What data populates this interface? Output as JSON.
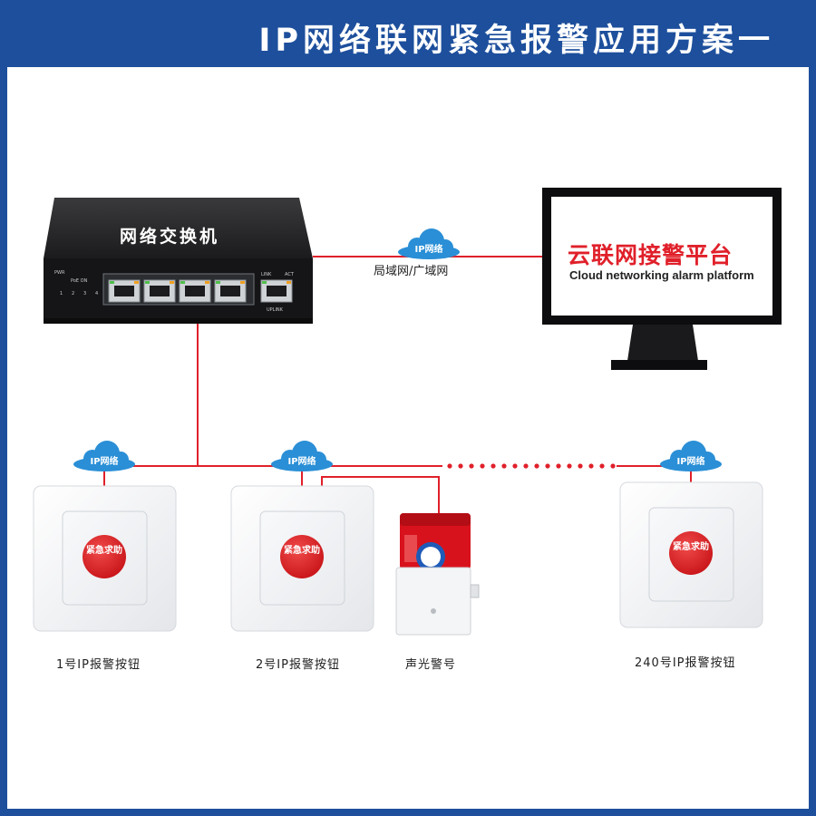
{
  "header": {
    "title": "IP网络联网紧急报警应用方案一"
  },
  "colors": {
    "header_bg": "#1d4f9c",
    "cloud": "#2a8fd6",
    "line": "#e0202a",
    "button_red": "#e0202a"
  },
  "switch": {
    "label": "网络交换机",
    "port_labels": [
      "PWR",
      "PoE ON",
      "1",
      "2",
      "3",
      "4",
      "LINK",
      "ACT",
      "UPLINK"
    ]
  },
  "network": {
    "cloud_label": "IP网络",
    "lan_label": "局域网/广域网"
  },
  "platform": {
    "title_zh": "云联网接警平台",
    "title_en": "Cloud networking alarm platform"
  },
  "devices": [
    {
      "caption": "1号IP报警按钮",
      "button_text": "紧急求助",
      "icon": "alarm-button-icon"
    },
    {
      "caption": "2号IP报警按钮",
      "button_text": "紧急求助",
      "icon": "alarm-button-icon"
    },
    {
      "caption": "声光警号",
      "icon": "siren-icon"
    },
    {
      "caption": "240号IP报警按钮",
      "button_text": "紧急求助",
      "icon": "alarm-button-icon"
    }
  ]
}
